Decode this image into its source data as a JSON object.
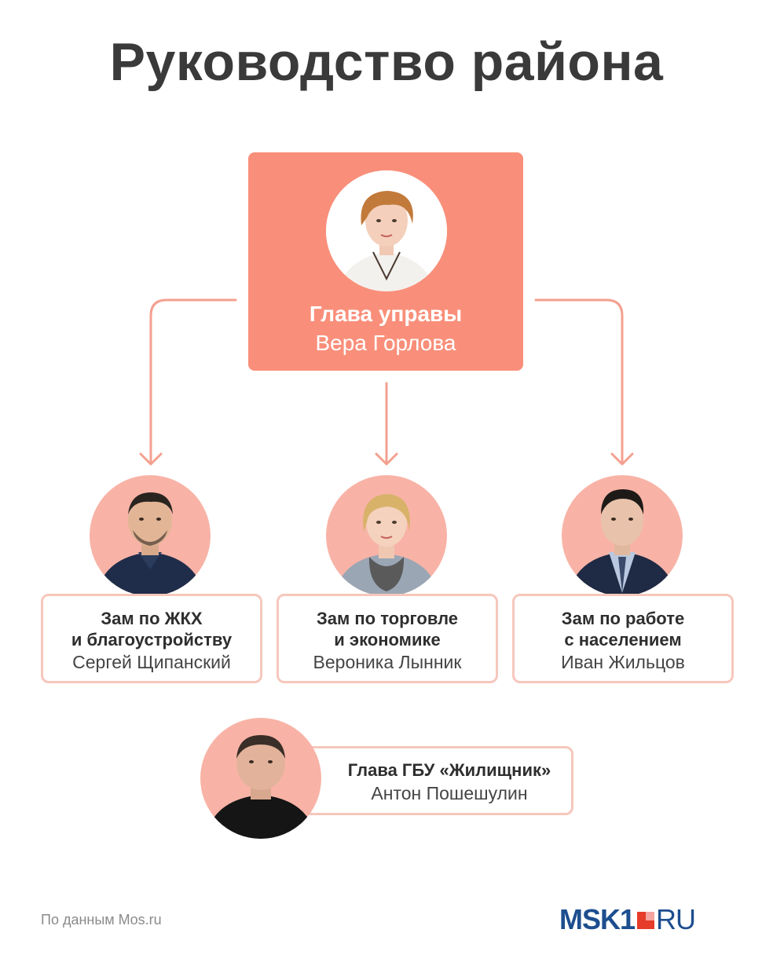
{
  "title": "Руководство района",
  "head": {
    "role": "Глава управы",
    "name": "Вера Горлова"
  },
  "deputies": [
    {
      "role_line1": "Зам по ЖКХ",
      "role_line2": "и благоустройству",
      "name": "Сергей Щипанский"
    },
    {
      "role_line1": "Зам по торговле",
      "role_line2": "и экономике",
      "name": "Вероника Лынник"
    },
    {
      "role_line1": "Зам по работе",
      "role_line2": "с населением",
      "name": "Иван Жильцов"
    }
  ],
  "gbu": {
    "role": "Глава ГБУ «Жилищник»",
    "name": "Антон Пошешулин"
  },
  "footer": {
    "source": "По данным Mos.ru",
    "logo_msk": "MSK1",
    "logo_ru": "RU"
  },
  "colors": {
    "accent": "#f98f7a",
    "avatar_bg": "#f8b3a6",
    "card_border": "#f6c7bc",
    "logo_blue": "#1d4e8f",
    "logo_red": "#e63c2a"
  }
}
